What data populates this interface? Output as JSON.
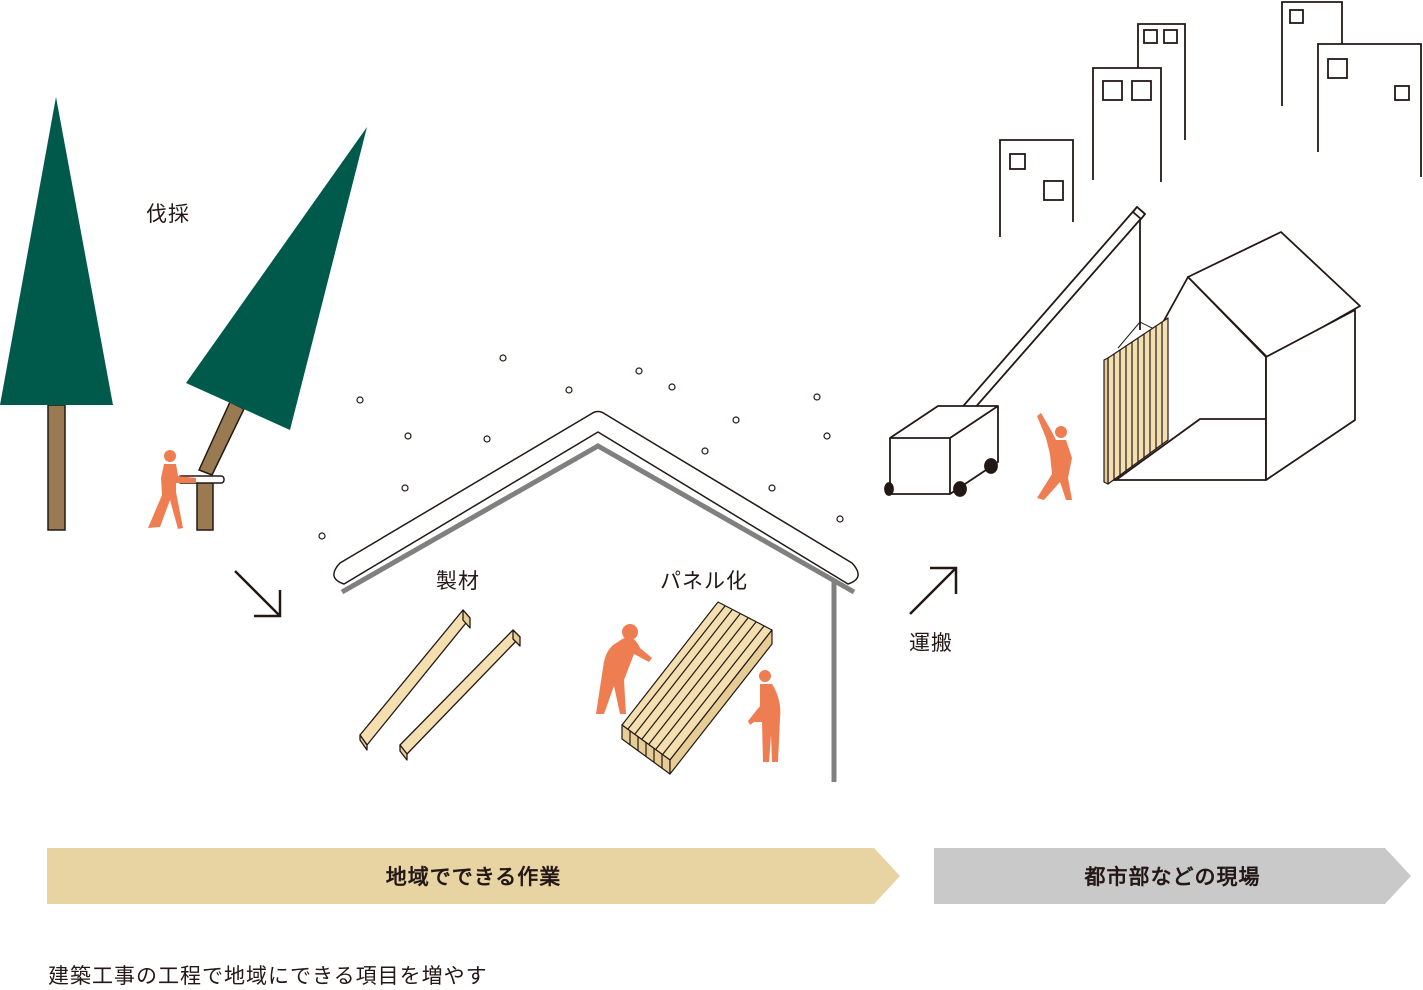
{
  "labels": {
    "felling": "伐採",
    "sawing": "製材",
    "panelizing": "パネル化",
    "transport": "運搬"
  },
  "bands": {
    "local": "地域でできる作業",
    "urban": "都市部などの現場"
  },
  "caption": "建築工事の工程で地域にできる項目を増やす",
  "colors": {
    "tree": "#005a4c",
    "trunk": "#9a7a50",
    "person": "#ef7d52",
    "lumber": "#f4dfb0",
    "roof_shadow": "#808080",
    "band_local": "#e8d3a3",
    "band_urban": "#c9c9c9",
    "line": "#231815"
  },
  "icons": [
    "tree-icon",
    "person-icon",
    "lumber-icon",
    "panel-icon",
    "crane-truck-icon",
    "house-icon",
    "building-icon",
    "arrow-down-right-icon",
    "arrow-up-right-icon"
  ]
}
